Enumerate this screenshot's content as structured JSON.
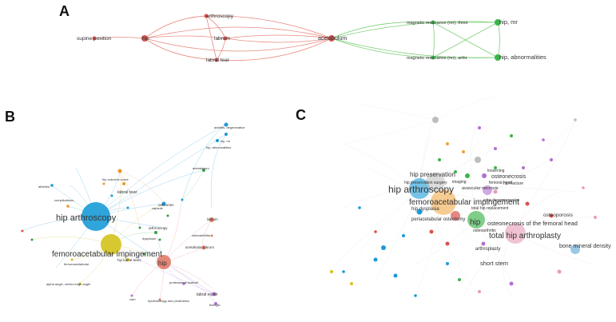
{
  "panels": {
    "a": {
      "letter": "A",
      "nodes": {
        "supine_position": "supine position",
        "hip": "hip",
        "arthroscopy": "arthroscopy",
        "labrum": "labrum",
        "labral_tear": "labral tear",
        "acetabulum": "acetabulum",
        "mr_three": "magnetic resonance (mr), three",
        "mr_arthr": "magnetic resonance (mr), arthr",
        "hip_mr": "hip, mr",
        "hip_abn": "hip, abnormalities"
      },
      "colors": {
        "red_cluster": "#d9534f",
        "green_cluster": "#3cb44b"
      }
    },
    "b": {
      "letter": "B",
      "labels": {
        "hip_arthroscopy": "hip arthroscopy",
        "fai": "femoroacetabular impingement",
        "hip": "hip",
        "labral_tear": "labral tear",
        "arthroscopy": "arthroscopy",
        "hip_labral_tears": "hip labral tears",
        "outcomes": "outcomes",
        "labrum": "labrum",
        "labral_repair": "labral repair",
        "acetabular_labrum": "acetabular labrum",
        "hip_abnormalities": "hip, abnormalities",
        "hip_mr": "hip, mr",
        "acetabulum": "acetabulum",
        "capsule": "capsule",
        "complications": "complications",
        "osteoarthritis": "osteoarthritis",
        "dysplasia": "dysplasia",
        "cam": "cam",
        "biologic": "biologic",
        "arthritis_degenerative": "arthritis, degenerative",
        "hip_outcome_score": "hip outcome score",
        "alpha_angle": "alpha angle, center-edge angle",
        "epidemiology": "epidemiology and prosthetics",
        "professional_football": "professional football",
        "athletes": "athletes",
        "femoroacetabular": "femoroacetabular"
      },
      "colors": {
        "blue": "#1a9bd7",
        "yellow": "#d4c21b",
        "salmon": "#e07b6a",
        "purple": "#b36fd0",
        "green": "#3a9d4a",
        "orange": "#e89a2c"
      }
    },
    "c": {
      "letter": "C",
      "labels": {
        "hip_arthroscopy": "hip arthroscopy",
        "fai": "femoroacetabular impingement",
        "hip_preservation": "hip preservation",
        "hip_preservation_surgery": "hip preservation surgery",
        "hip": "hip",
        "hip_dysplasia": "hip dysplasia",
        "periacetabular_osteotomy": "periacetabular osteotomy",
        "osteonecrosis_femoral_head": "osteonecrosis of the femoral head",
        "total_hip_arthroplasty": "total hip arthroplasty",
        "arthroplasty": "arthroplasty",
        "short_stem": "short stem",
        "bone_mineral_density": "bone mineral density",
        "osteonecrosis": "osteonecrosis",
        "osteoporosis": "osteoporosis",
        "femoral_head": "femoral head",
        "avascular_necrosis": "avascular necrosis",
        "core_decompression": "core decompression",
        "total_hip_replacement": "total hip replacement",
        "hip_fracture": "hip fracture",
        "imaging": "imaging",
        "loosening": "loosening",
        "osteoarthritis": "osteoarthritis"
      },
      "colors": {
        "blue": "#1a9bd7",
        "orange": "#f0a23a",
        "green": "#3cb44b",
        "red": "#d9534f",
        "purple": "#b36fd0",
        "pink": "#e89bb8"
      }
    }
  }
}
